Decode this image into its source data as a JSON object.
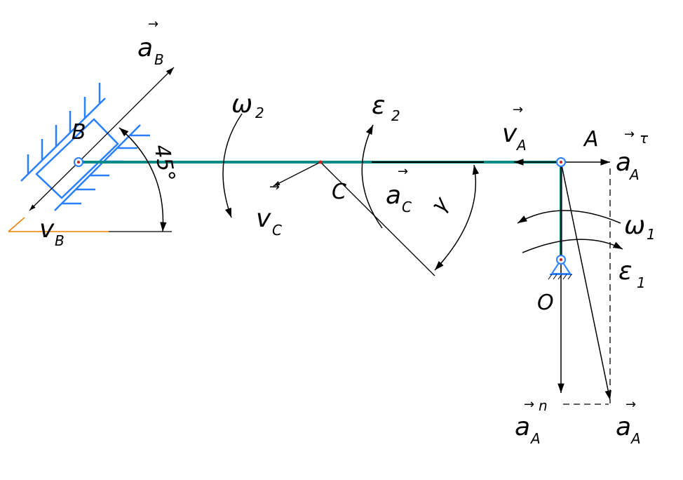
{
  "colors": {
    "link": "#0b8a8a",
    "slider": "#2a7fff",
    "ground_line": "#f08000",
    "vector": "#000000",
    "pivot": "#2a7fff",
    "point": "#d32020"
  },
  "labels": {
    "point_b": "B",
    "point_a": "A",
    "point_c": "C",
    "point_o": "O",
    "angle_45": "45°",
    "angle_gamma": "γ",
    "omega": "ω",
    "epsilon": "ε",
    "sub_1": "1",
    "sub_2": "2",
    "sub_a": "A",
    "sub_b": "B",
    "sub_c": "C",
    "letter_a": "a",
    "letter_v": "v",
    "tau": "τ",
    "normal": "n",
    "vec_arrow": "→"
  }
}
